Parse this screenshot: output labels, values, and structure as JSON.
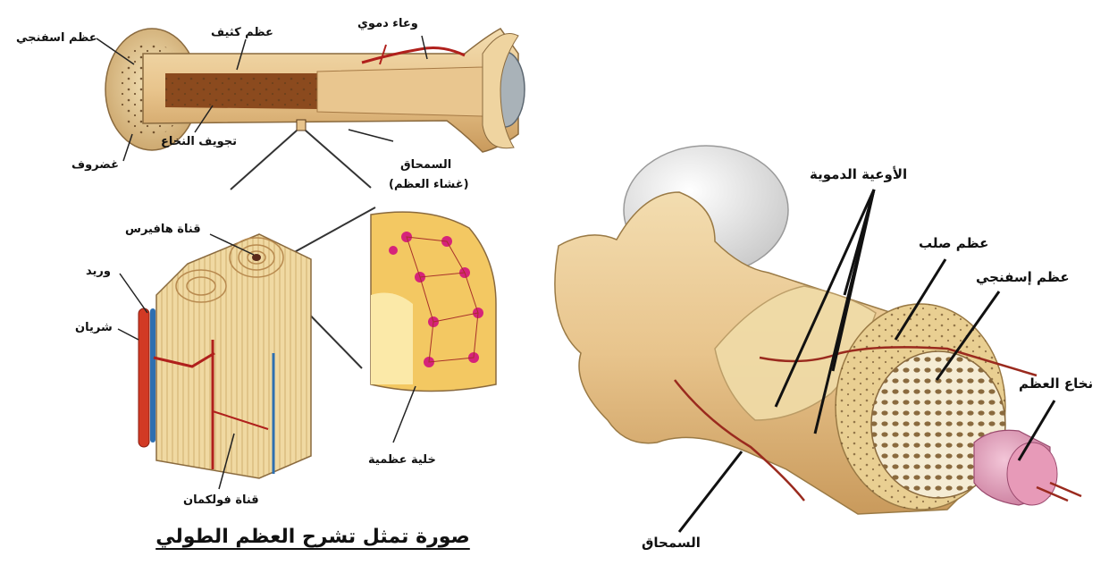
{
  "left_panel": {
    "labels": {
      "spongy_bone": "عظم اسفنجي",
      "compact_bone": "عظم كثيف",
      "blood_vessel": "وعاء دموي",
      "cartilage": "غضروف",
      "marrow_cavity": "تجويف النخاع",
      "periosteum": "السمحاق",
      "periosteum_alt": "(غشاء العظم)",
      "haversian_canal": "قناة هافيرس",
      "vein": "وريد",
      "artery": "شريان",
      "volkmann_canal": "قناة فولكمان",
      "bone_cell": "خلية عظمية"
    },
    "caption": "صورة تمثل تشرح العظم الطولي"
  },
  "right_panel": {
    "labels": {
      "blood_vessels": "الأوعية الدموية",
      "compact_bone": "عظم صلب",
      "spongy_bone": "عظم إسفنجي",
      "bone_marrow": "نخاع العظم",
      "periosteum": "السمحاق"
    }
  }
}
